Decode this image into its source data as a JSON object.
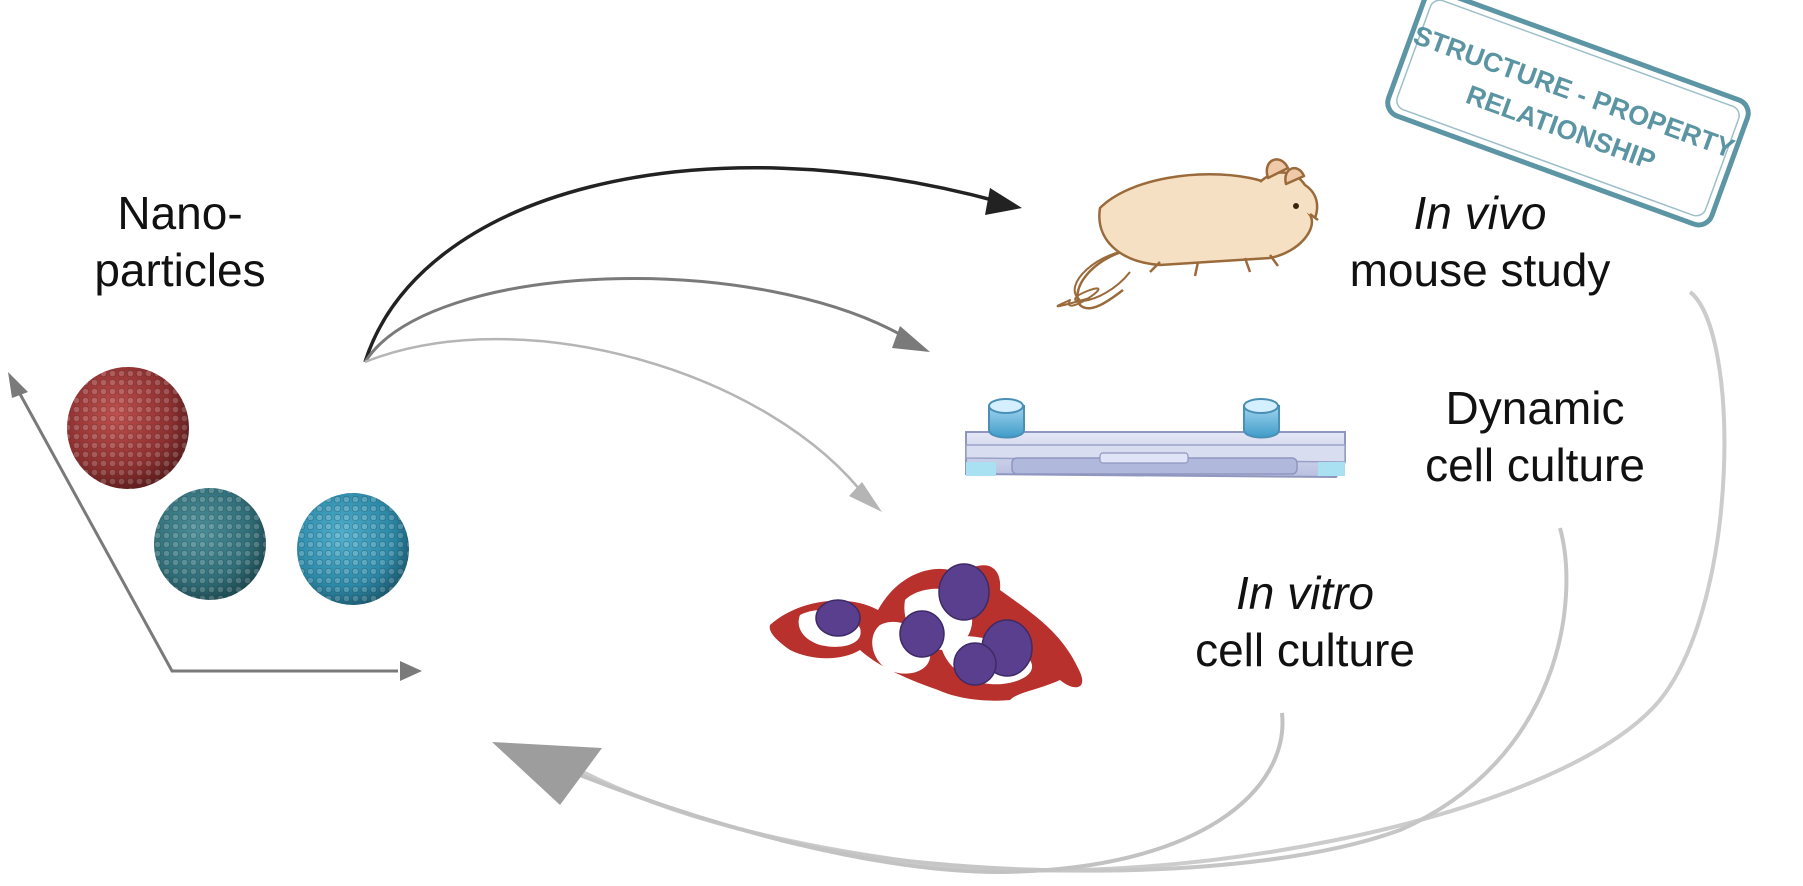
{
  "nanoparticles": {
    "line1": "Nano-",
    "line2": "particles"
  },
  "in_vivo": {
    "line1": "In vivo",
    "line2": "mouse study"
  },
  "dynamic": {
    "line1": "Dynamic",
    "line2": "cell culture"
  },
  "in_vitro": {
    "line1": "In vitro",
    "line2": "cell culture"
  },
  "stamp": {
    "line1": "STRUCTURE - PROPERTY",
    "line2": "RELATIONSHIP"
  },
  "colors": {
    "particle_red": "#8e2f2f",
    "particle_teal": "#2f6e78",
    "particle_blue": "#2b89a8",
    "stamp": "#4a8a9a",
    "mouse_body": "#f5e0c4",
    "mouse_outline": "#9a6a3a",
    "cell_red": "#b8312d",
    "nucleus": "#5a3f8f",
    "chip": "#c9cfe6",
    "arrow_dark": "#222222",
    "arrow_mid": "#7a7a7a",
    "arrow_light": "#bdbdbd"
  }
}
